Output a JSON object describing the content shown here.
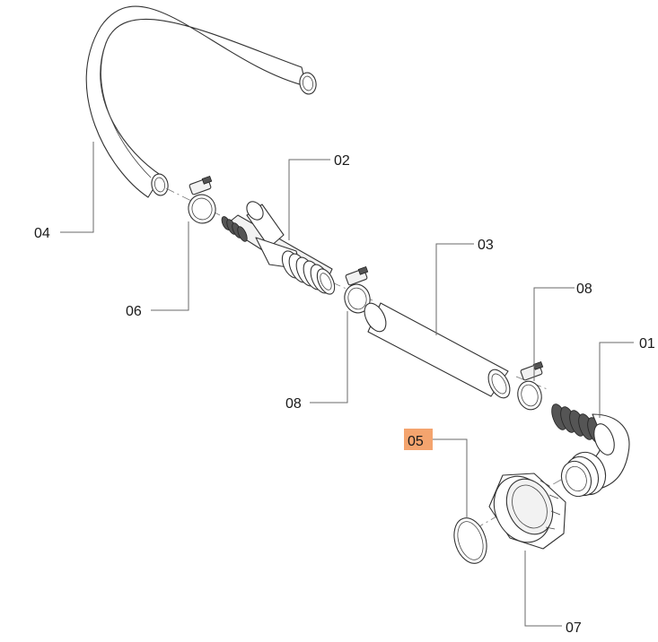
{
  "highlight_color": "#f4a46e",
  "callouts": {
    "c01": "01",
    "c02": "02",
    "c03": "03",
    "c04": "04",
    "c05": "05",
    "c06": "06",
    "c07": "07",
    "c08a": "08",
    "c08b": "08"
  },
  "highlighted_callout": "05"
}
